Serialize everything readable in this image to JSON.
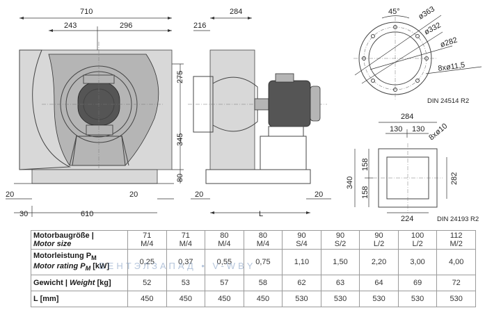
{
  "drawing": {
    "front": {
      "dim_total_width": "710",
      "dim_left": "243",
      "dim_right": "296",
      "dim_upper_height": "275",
      "dim_lower_height": "345",
      "dim_base_height": "80",
      "dim_left_margin": "20",
      "dim_right_margin": "20",
      "dim_offset": "30",
      "dim_base_width": "610"
    },
    "side": {
      "dim_width": "284",
      "dim_flange": "216",
      "dim_margin_left": "20",
      "dim_margin_right": "20",
      "dim_length": "L"
    },
    "inlet_flange": {
      "angle": "45°",
      "dia_outer": "ø363",
      "dia_bolt": "ø332",
      "dia_inner": "ø282",
      "holes": "8xø11,5",
      "standard": "DIN 24514 R2"
    },
    "outlet_flange": {
      "dim_width": "284",
      "dim_half_left": "130",
      "dim_half_right": "130",
      "holes": "8xø10",
      "dim_height": "340",
      "dim_upper": "158",
      "dim_lower": "158",
      "dim_inner": "282",
      "dim_bottom": "224",
      "standard": "DIN 24193 R2"
    }
  },
  "table": {
    "rows": [
      {
        "label": "Motorbaugröße |",
        "label_it": "Motor size",
        "values": [
          [
            "71",
            "M/4"
          ],
          [
            "71",
            "M/4"
          ],
          [
            "80",
            "M/4"
          ],
          [
            "80",
            "M/4"
          ],
          [
            "90",
            "S/4"
          ],
          [
            "90",
            "S/2"
          ],
          [
            "90",
            "L/2"
          ],
          [
            "100",
            "L/2"
          ],
          [
            "112",
            "M/2"
          ]
        ]
      },
      {
        "label": "Motorleistung P",
        "label_sub": "M",
        "label_it": "Motor rating P",
        "label_it_sub": "M",
        "label_it_tail": " [kW]",
        "values": [
          [
            "0,25"
          ],
          [
            "0,37"
          ],
          [
            "0,55"
          ],
          [
            "0,75"
          ],
          [
            "1,10"
          ],
          [
            "1,50"
          ],
          [
            "2,20"
          ],
          [
            "3,00"
          ],
          [
            "4,00"
          ]
        ]
      },
      {
        "label": "Gewicht |",
        "label_it": "Weight",
        "label_tail": " [kg]",
        "values": [
          [
            "52"
          ],
          [
            "53"
          ],
          [
            "57"
          ],
          [
            "58"
          ],
          [
            "62"
          ],
          [
            "63"
          ],
          [
            "64"
          ],
          [
            "69"
          ],
          [
            "72"
          ]
        ]
      },
      {
        "label": "L [mm]",
        "values": [
          [
            "450"
          ],
          [
            "450"
          ],
          [
            "450"
          ],
          [
            "450"
          ],
          [
            "530"
          ],
          [
            "530"
          ],
          [
            "530"
          ],
          [
            "530"
          ],
          [
            "530"
          ]
        ]
      }
    ]
  },
  "watermark": "ВЕНТЭЛЗАПАД • V-WBY"
}
